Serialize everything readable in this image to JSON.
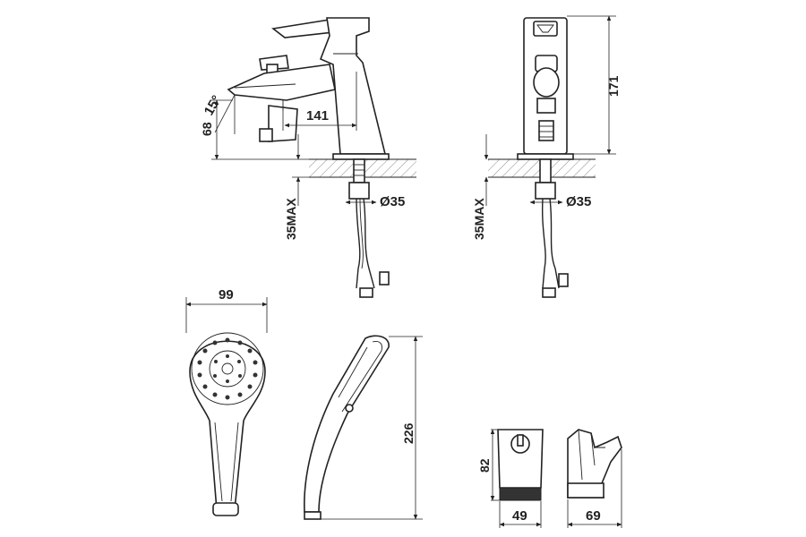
{
  "dimensions": {
    "faucet_spout_length": "141",
    "faucet_angle": "15°",
    "faucet_spout_height": "68",
    "faucet_mount_max_left": "35MAX",
    "faucet_hole_diameter_left": "Ø35",
    "faucet_total_height": "171",
    "faucet_mount_max_right": "35MAX",
    "faucet_hole_diameter_right": "Ø35",
    "shower_head_width": "99",
    "shower_length": "226",
    "holder_height": "82",
    "holder_width_front": "49",
    "holder_width_side": "69"
  }
}
